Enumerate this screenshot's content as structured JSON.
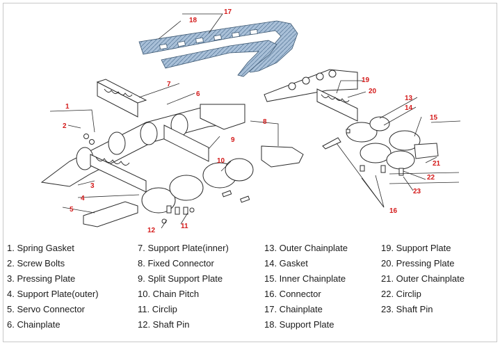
{
  "callouts": [
    "1",
    "2",
    "3",
    "4",
    "5",
    "6",
    "7",
    "8",
    "9",
    "10",
    "11",
    "12",
    "13",
    "14",
    "15",
    "16",
    "17",
    "18",
    "19",
    "20",
    "21",
    "22",
    "23"
  ],
  "legend": {
    "col1": [
      "1. Spring Gasket",
      "2. Screw Bolts",
      "3. Pressing Plate",
      "4. Support Plate(outer)",
      "5. Servo Connector",
      "6. Chainplate"
    ],
    "col2": [
      "7. Support Plate(inner)",
      "8. Fixed Connector",
      "9. Split Support Plate",
      "10. Chain Pitch",
      "11. Circlip",
      "12. Shaft Pin"
    ],
    "col3": [
      "13. Outer Chainplate",
      "14. Gasket",
      "15. Inner Chainplate",
      "16. Connector",
      "17. Chainplate",
      "18. Support Plate"
    ],
    "col4": [
      "19. Support Plate",
      "20. Pressing Plate",
      "21. Outer Chainplate",
      "22. Circlip",
      "23. Shaft Pin"
    ]
  },
  "colors": {
    "callout": "#d41a1a",
    "line": "#2a2a2a",
    "chain": "#8fa9c4",
    "part": "#ffffff"
  }
}
